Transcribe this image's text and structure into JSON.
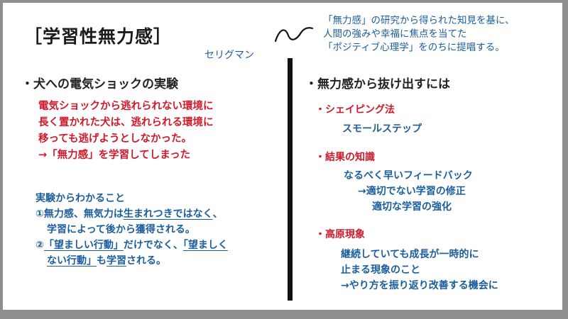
{
  "title": "［学習性無力感］",
  "note": {
    "line1": "「無力感」の研究から得られた知見を基に、",
    "line2": "人間の強みや幸福に焦点を当てた",
    "line3": "「ポジティブ心理学」をのちに提唱する。"
  },
  "seligman": "セリグマン",
  "left": {
    "heading": "・犬への電気ショックの実験",
    "red_lines": [
      "電気ショックから逃れられない環境に",
      "長く置かれた犬は、逃れられる環境に",
      "移っても逃げようとしなかった。",
      "→「無力感」を学習してしまった"
    ],
    "blue": {
      "intro": "実験からわかること",
      "p1_a": "①無力感、無気力は",
      "p1_u": "生まれつきではなく",
      "p1_b": "、",
      "p1_line2": "学習によって後から獲得される。",
      "p2_a": "②",
      "p2_u1": "「望ましい行動」",
      "p2_b": "だけでなく、",
      "p2_u2": "「望ましく",
      "p2_u3": "ない行動」",
      "p2_c": "も",
      "p2_u4": "学習",
      "p2_d": "される。"
    }
  },
  "right": {
    "heading": "・無力感から抜け出すには",
    "s1": {
      "title": "・シェイピング法",
      "item1": "スモールステップ"
    },
    "s2": {
      "title": "・結果の知識",
      "item1": "なるべく早いフィードバック",
      "item2": "→適切でない学習の修正",
      "item3": "適切な学習の強化"
    },
    "s3": {
      "title": "・高原現象",
      "item1": "継続していても成長が一時的に",
      "item2": "止まる現象のこと",
      "item3": "→やり方を振り返り改善する機会に"
    }
  },
  "colors": {
    "red": "#d0192a",
    "blue": "#1b5e9e",
    "frame": "#8f8f8f"
  }
}
